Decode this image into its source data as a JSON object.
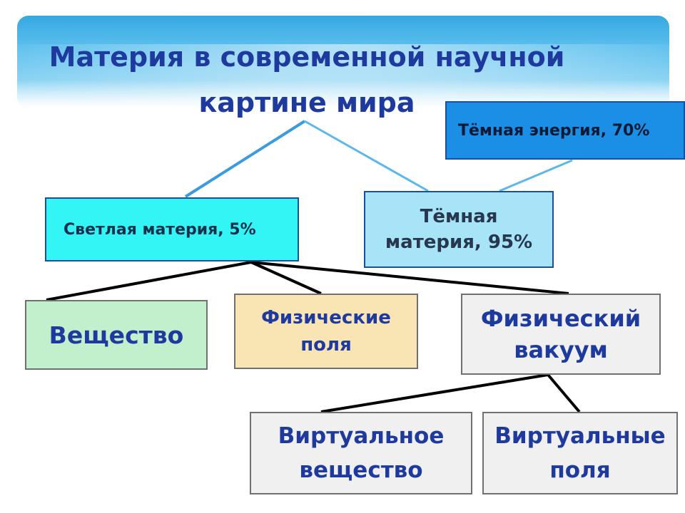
{
  "title": {
    "line1": "Материя в современной научной",
    "line2": "картине мира"
  },
  "nodes": {
    "dark_energy": "Тёмная энергия, 70%",
    "light_matter": "Светлая материя, 5%",
    "dark_matter": {
      "line1": "Тёмная",
      "line2": "материя, 95%"
    },
    "substance": "Вещество",
    "physical_fields": {
      "line1": "Физические",
      "line2": "поля"
    },
    "physical_vacuum": {
      "line1": "Физический",
      "line2": "вакуум"
    },
    "virtual_substance": {
      "line1": "Виртуальное",
      "line2": "вещество"
    },
    "virtual_fields": {
      "line1": "Виртуальные",
      "line2": "поля"
    }
  },
  "colors": {
    "title": "#1f3a9e",
    "banner": "#5dc0ee",
    "dark_energy": "#1b8fe6",
    "light_matter": "#33f5f5",
    "dark_matter": "#a8e4f8",
    "substance": "#c2f0cc",
    "physical_fields": "#f9e4b4",
    "vacuum_nodes": "#f0f0f0",
    "blue_connectors": "#3a9be0",
    "black_connectors": "#000000"
  }
}
